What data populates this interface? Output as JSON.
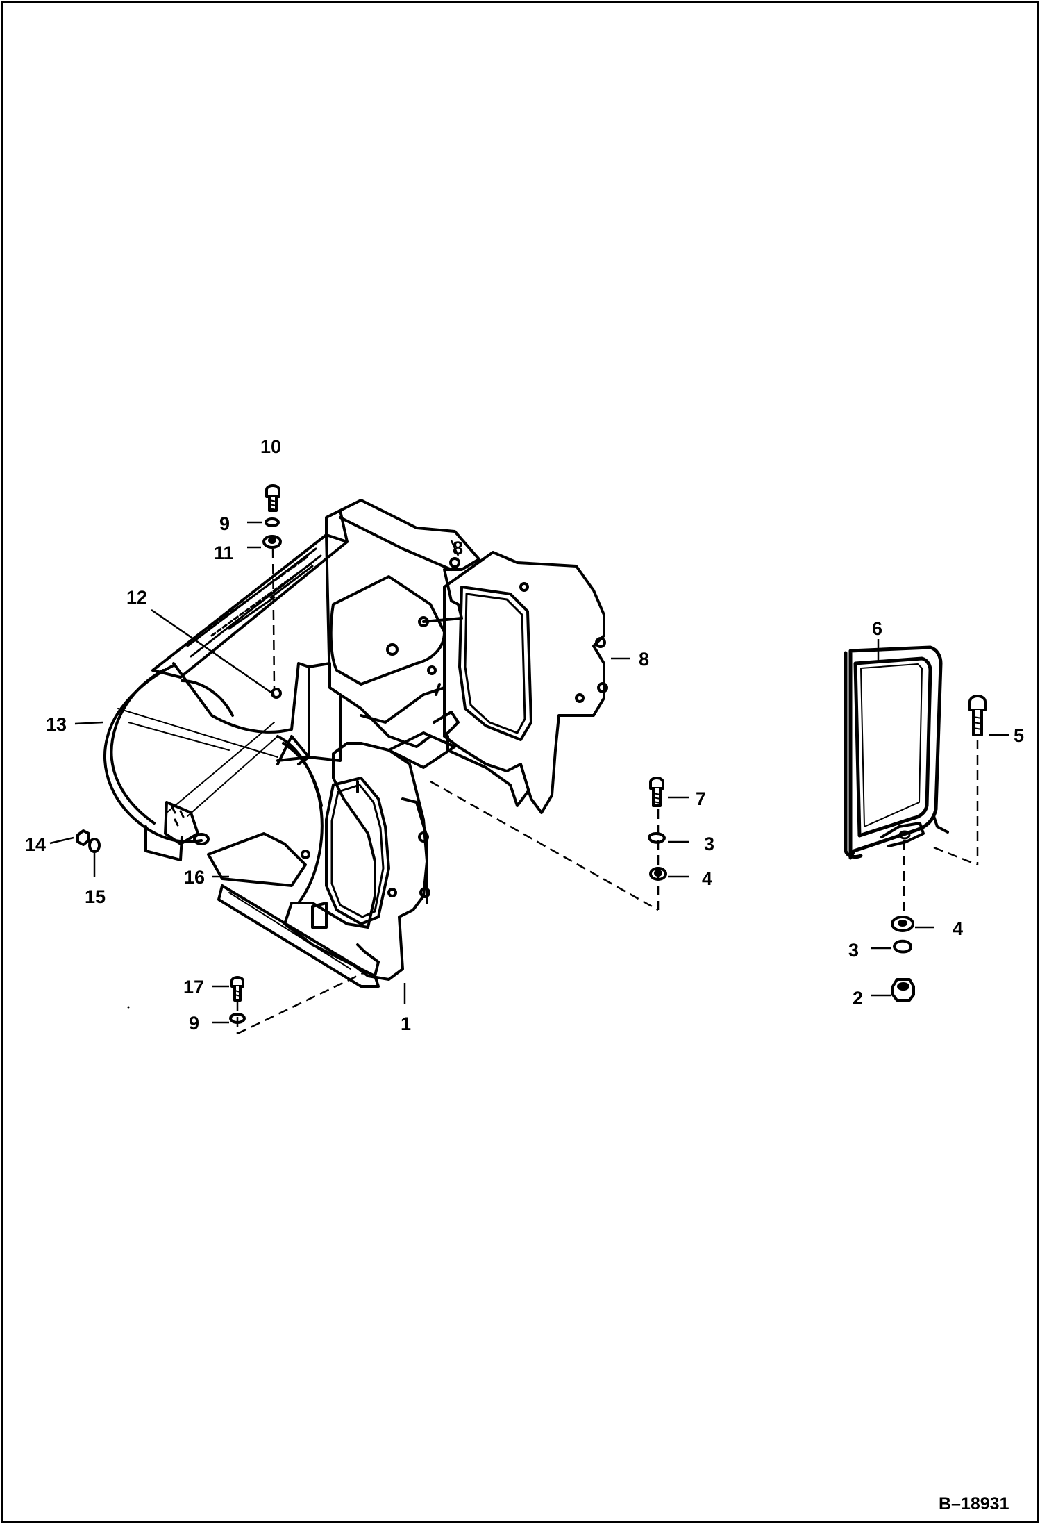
{
  "figure": {
    "reference": "B–18931",
    "callouts": {
      "c1": "1",
      "c2": "2",
      "c3a": "3",
      "c3b": "3",
      "c4a": "4",
      "c4b": "4",
      "c5": "5",
      "c6": "6",
      "c7": "7",
      "c8a": "8",
      "c8b": "8",
      "c9a": "9",
      "c9b": "9",
      "c10": "10",
      "c11": "11",
      "c12": "12",
      "c13": "13",
      "c14": "14",
      "c15": "15",
      "c16": "16",
      "c17": "17"
    }
  }
}
